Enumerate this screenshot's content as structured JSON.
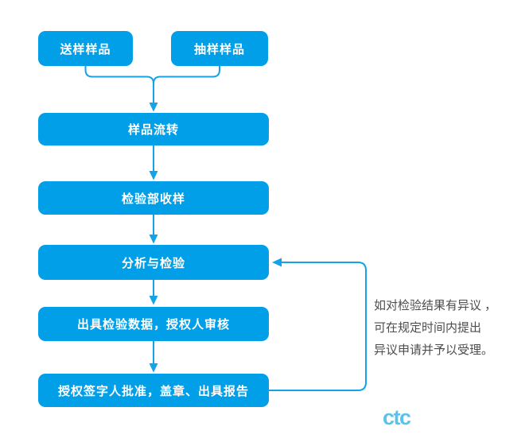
{
  "colors": {
    "box_fill": "#019fe8",
    "box_text": "#ffffff",
    "connector": "#14a3e9",
    "note_text": "#4d4d4d",
    "logo": "#5bc3ea",
    "background": "#ffffff"
  },
  "flowchart": {
    "source_boxes": [
      {
        "label": "送样样品"
      },
      {
        "label": "抽样样品"
      }
    ],
    "process_boxes": [
      {
        "label": "样品流转"
      },
      {
        "label": "检验部收样"
      },
      {
        "label": "分析与检验"
      },
      {
        "label": "出具检验数据，授权人审核"
      },
      {
        "label": "授权签字人批准，盖章、出具报告"
      }
    ],
    "feedback_note": {
      "lines": [
        "如对检验结果有异议 ，",
        "可在规定时间内提出",
        "异议申请并予以受理。"
      ]
    },
    "logo_text": "ctc"
  }
}
